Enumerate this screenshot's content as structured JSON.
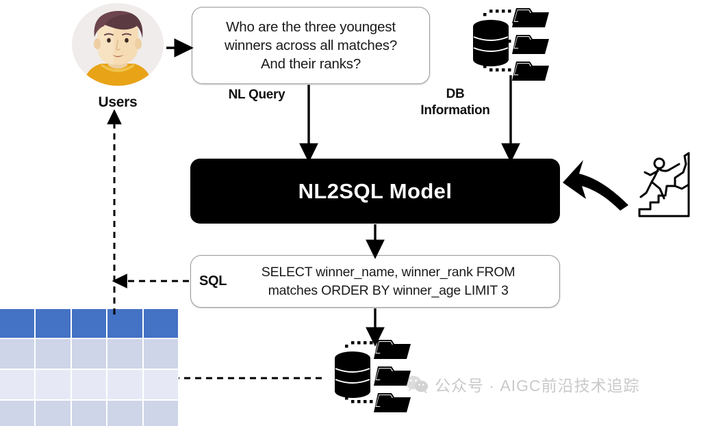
{
  "diagram": {
    "title": "NL2SQL Model pipeline",
    "user": {
      "label": "Users",
      "avatar_icon": "user-avatar-icon",
      "circle_color": "#f0ecec",
      "hair_color": "#5c3a42",
      "skin_color": "#f5dcb5",
      "shirt_color": "#e8a317"
    },
    "nl_query": {
      "text": "Who are the three youngest winners across all matches? And their ranks?",
      "lines": [
        "Who are the three youngest",
        "winners across all matches?",
        "And their ranks?"
      ],
      "caption": "NL Query"
    },
    "db_information": {
      "caption_lines": [
        "DB",
        "Information"
      ],
      "caption": "DB Information",
      "icon": "database-folders-icon",
      "folder_count": 3
    },
    "model": {
      "label": "NL2SQL  Model",
      "background": "#000000",
      "text_color": "#ffffff"
    },
    "sql_output": {
      "tag": "SQL",
      "text": "SELECT winner_name, winner_rank FROM matches ORDER BY winner_age LIMIT 3",
      "lines": [
        "SELECT winner_name, winner_rank FROM",
        "matches ORDER BY winner_age LIMIT 3"
      ]
    },
    "execution_db": {
      "icon": "database-folders-icon",
      "folder_count": 3
    },
    "result_table": {
      "columns": 5,
      "rows": 4,
      "header_color": "#4472c4",
      "row_colors": [
        "#ced5e8",
        "#e6e9f5",
        "#ced5e8"
      ]
    },
    "climber": {
      "icon": "rock-climber-icon",
      "arrow_icon": "curved-left-arrow-icon"
    },
    "connectors": [
      {
        "name": "user-to-query",
        "style": "solid",
        "direction": "right"
      },
      {
        "name": "query-to-model",
        "style": "solid",
        "direction": "down"
      },
      {
        "name": "db-to-model",
        "style": "solid",
        "direction": "down"
      },
      {
        "name": "model-to-sql",
        "style": "solid",
        "direction": "down"
      },
      {
        "name": "sql-to-db",
        "style": "solid",
        "direction": "down"
      },
      {
        "name": "db-to-table",
        "style": "dashed",
        "direction": "left"
      },
      {
        "name": "table-to-user",
        "style": "dashed",
        "direction": "up"
      },
      {
        "name": "sql-to-feedback",
        "style": "dashed",
        "direction": "left"
      }
    ]
  },
  "watermark": {
    "icon": "wechat-icon",
    "text": "公众号 · AIGC前沿技术追踪",
    "color": "#c9c9c9"
  }
}
